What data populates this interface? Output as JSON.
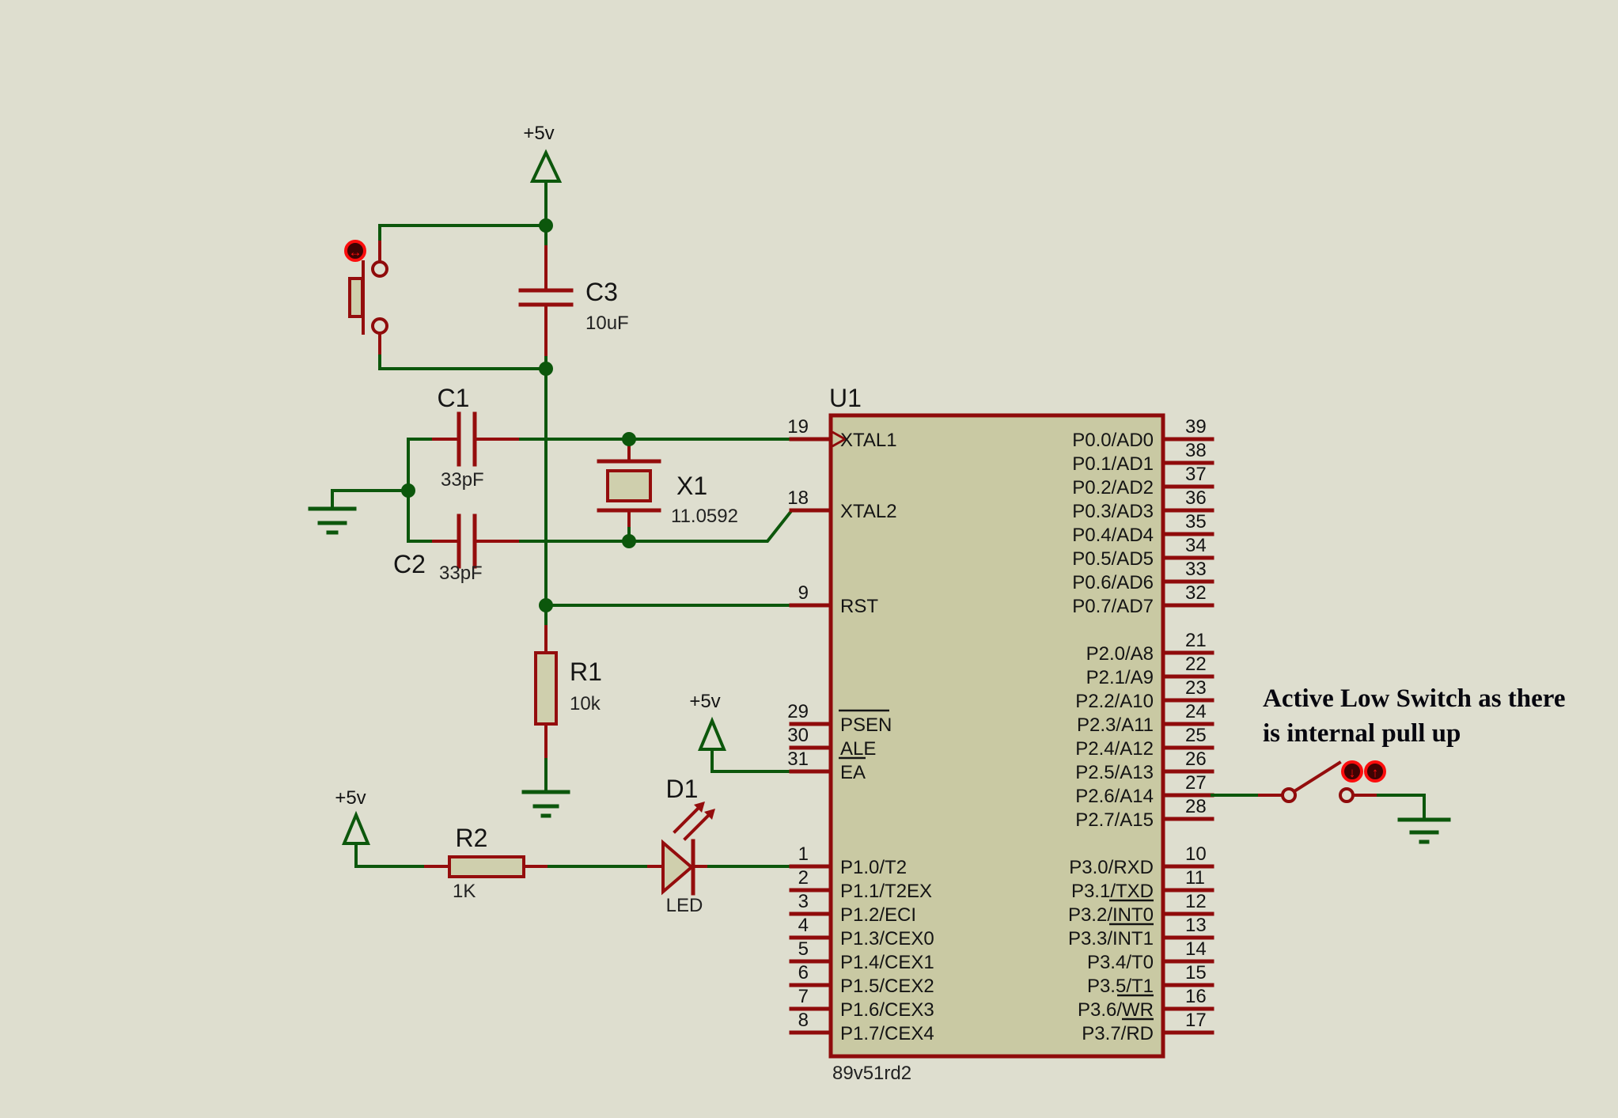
{
  "colors": {
    "background": "#dedecf",
    "wire_green": "#0c570c",
    "component_red": "#940d0d",
    "pin_red": "#8f0b0b",
    "highlight_red": "#fb0d0d",
    "chip_fill": "#c9c9a3",
    "component_fill": "#cfcfad",
    "text": "#141414"
  },
  "icons": {
    "reset_button_arrow": "↔",
    "switch_down_arrow": "↓",
    "switch_up_arrow": "↑"
  },
  "power": {
    "vcc_reset": "+5v",
    "vcc_ea": "+5v",
    "vcc_led": "+5v"
  },
  "components": {
    "c3": {
      "ref": "C3",
      "value": "10uF"
    },
    "c1": {
      "ref": "C1",
      "value": "33pF"
    },
    "c2": {
      "ref": "C2",
      "value": "33pF"
    },
    "x1": {
      "ref": "X1",
      "value": "11.0592"
    },
    "r1": {
      "ref": "R1",
      "value": "10k"
    },
    "r2": {
      "ref": "R2",
      "value": "1K"
    },
    "d1": {
      "ref": "D1",
      "value": "LED"
    },
    "u1": {
      "ref": "U1",
      "value": "89v51rd2"
    }
  },
  "chip": {
    "left_pins": [
      {
        "number": "19",
        "label": "XTAL1"
      },
      {
        "number": "18",
        "label": "XTAL2"
      },
      {
        "number": "9",
        "label": "RST"
      },
      {
        "number": "29",
        "label": "PSEN",
        "overline": true
      },
      {
        "number": "30",
        "label": "ALE"
      },
      {
        "number": "31",
        "label": "EA",
        "overline": true
      },
      {
        "number": "1",
        "label": "P1.0/T2"
      },
      {
        "number": "2",
        "label": "P1.1/T2EX"
      },
      {
        "number": "3",
        "label": "P1.2/ECI"
      },
      {
        "number": "4",
        "label": "P1.3/CEX0"
      },
      {
        "number": "5",
        "label": "P1.4/CEX1"
      },
      {
        "number": "6",
        "label": "P1.5/CEX2"
      },
      {
        "number": "7",
        "label": "P1.6/CEX3"
      },
      {
        "number": "8",
        "label": "P1.7/CEX4"
      }
    ],
    "right_pins": [
      {
        "number": "39",
        "label": "P0.0/AD0"
      },
      {
        "number": "38",
        "label": "P0.1/AD1"
      },
      {
        "number": "37",
        "label": "P0.2/AD2"
      },
      {
        "number": "36",
        "label": "P0.3/AD3"
      },
      {
        "number": "35",
        "label": "P0.4/AD4"
      },
      {
        "number": "34",
        "label": "P0.5/AD5"
      },
      {
        "number": "33",
        "label": "P0.6/AD6"
      },
      {
        "number": "32",
        "label": "P0.7/AD7"
      },
      {
        "number": "21",
        "label": "P2.0/A8"
      },
      {
        "number": "22",
        "label": "P2.1/A9"
      },
      {
        "number": "23",
        "label": "P2.2/A10"
      },
      {
        "number": "24",
        "label": "P2.3/A11"
      },
      {
        "number": "25",
        "label": "P2.4/A12"
      },
      {
        "number": "26",
        "label": "P2.5/A13"
      },
      {
        "number": "27",
        "label": "P2.6/A14"
      },
      {
        "number": "28",
        "label": "P2.7/A15"
      },
      {
        "number": "10",
        "label": "P3.0/RXD"
      },
      {
        "number": "11",
        "label": "P3.1/TXD"
      },
      {
        "number": "12",
        "label": "P3.2/INT0",
        "overline": true
      },
      {
        "number": "13",
        "label": "P3.3/INT1",
        "overline": true
      },
      {
        "number": "14",
        "label": "P3.4/T0"
      },
      {
        "number": "15",
        "label": "P3.5/T1"
      },
      {
        "number": "16",
        "label": "P3.6/WR",
        "overline": true
      },
      {
        "number": "17",
        "label": "P3.7/RD",
        "overline": true
      }
    ]
  },
  "annotation": {
    "line1": "Active Low Switch as there",
    "line2": "is internal pull up"
  }
}
